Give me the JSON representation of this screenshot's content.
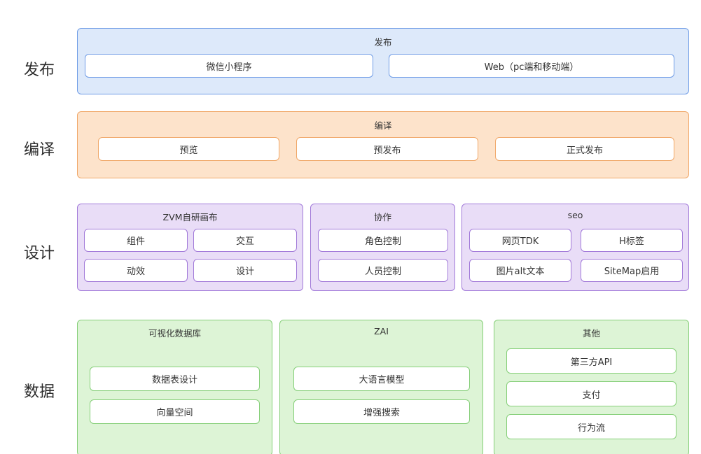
{
  "rows": {
    "publish": "发布",
    "compile": "编译",
    "design": "设计",
    "data": "数据"
  },
  "publish": {
    "title": "发布",
    "items": [
      "微信小程序",
      "Web（pc端和移动端）"
    ]
  },
  "compile": {
    "title": "编译",
    "items": [
      "预览",
      "预发布",
      "正式发布"
    ]
  },
  "design": {
    "canvas": {
      "title": "ZVM自研画布",
      "items": [
        "组件",
        "交互",
        "动效",
        "设计"
      ]
    },
    "collab": {
      "title": "协作",
      "items": [
        "角色控制",
        "人员控制"
      ]
    },
    "seo": {
      "title": "seo",
      "items": [
        "网页TDK",
        "H标签",
        "图片alt文本",
        "SiteMap启用"
      ]
    }
  },
  "data": {
    "viz": {
      "title": "可视化数据库",
      "items": [
        "数据表设计",
        "向量空间"
      ]
    },
    "zai": {
      "title": "ZAI",
      "items": [
        "大语言模型",
        "增强搜索"
      ]
    },
    "other": {
      "title": "其他",
      "items": [
        "第三方API",
        "支付",
        "行为流"
      ]
    }
  },
  "colors": {
    "publish": "#6f9ce6",
    "compile": "#f0a768",
    "design": "#a27ad9",
    "data": "#86cf79"
  }
}
